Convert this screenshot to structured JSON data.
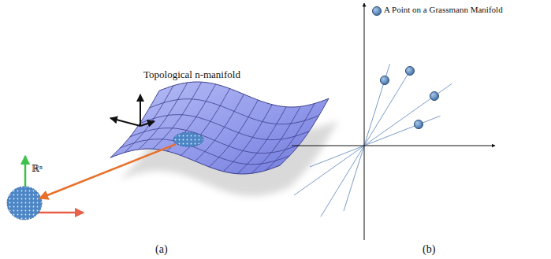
{
  "diagram": {
    "labels": [
      "Topological n-manifold",
      "ℝⁿ",
      "(a)",
      "(b)"
    ],
    "legend": [
      {
        "text": "A Point on a Grassmann Manifold"
      }
    ]
  }
}
